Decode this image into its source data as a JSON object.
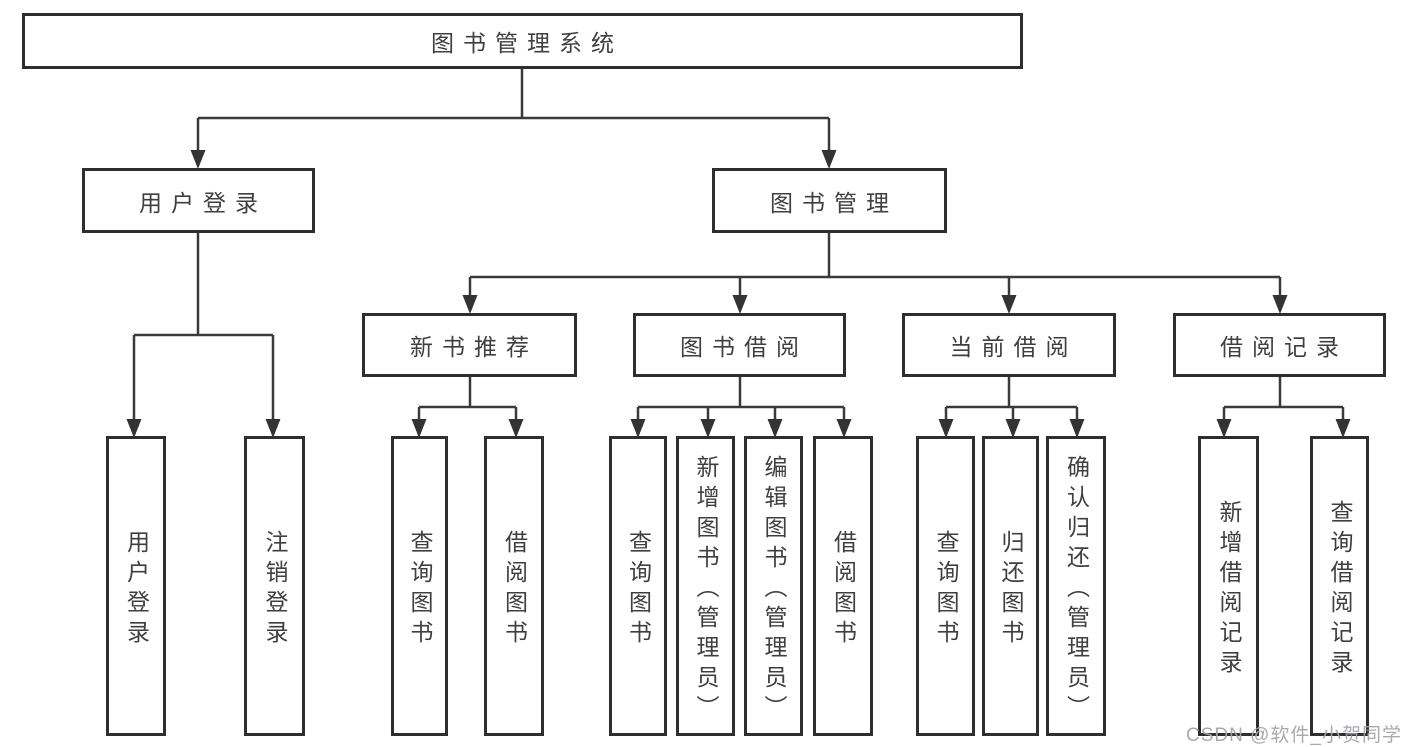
{
  "diagram_title": "图书管理系统",
  "watermark": "CSDN @软件_小贺同学",
  "colors": {
    "line": "#3a3a3a",
    "box_border": "#2e2e2e",
    "box_fill": "#ffffff",
    "text": "#3f3f3f",
    "watermark": "#a8a3ad",
    "background": "#ffffff"
  },
  "nodes": {
    "root": "图书管理系统",
    "l2_user_login": "用户登录",
    "l2_book_management": "图书管理",
    "l3_new_book_recommend": "新书推荐",
    "l3_book_borrow": "图书借阅",
    "l3_current_borrow": "当前借阅",
    "l3_borrow_records": "借阅记录",
    "leaf_user_login": "用户登录",
    "leaf_logout": "注销登录",
    "leaf_rec_query_book": "查询图书",
    "leaf_rec_borrow_book": "借阅图书",
    "leaf_bb_query_book": "查询图书",
    "leaf_bb_add_book": "新增图书（管理员）",
    "leaf_bb_edit_book": "编辑图书（管理员）",
    "leaf_bb_borrow_book": "借阅图书",
    "leaf_cb_query_book": "查询图书",
    "leaf_cb_return_book": "归还图书",
    "leaf_cb_confirm_return": "确认归还（管理员）",
    "leaf_br_add_record": "新增借阅记录",
    "leaf_br_query_record": "查询借阅记录"
  },
  "edges": [
    {
      "from": "图书管理系统",
      "to": "用户登录"
    },
    {
      "from": "图书管理系统",
      "to": "图书管理"
    },
    {
      "from": "用户登录",
      "to": "用户登录"
    },
    {
      "from": "用户登录",
      "to": "注销登录"
    },
    {
      "from": "图书管理",
      "to": "新书推荐"
    },
    {
      "from": "图书管理",
      "to": "图书借阅"
    },
    {
      "from": "图书管理",
      "to": "当前借阅"
    },
    {
      "from": "图书管理",
      "to": "借阅记录"
    },
    {
      "from": "新书推荐",
      "to": "查询图书"
    },
    {
      "from": "新书推荐",
      "to": "借阅图书"
    },
    {
      "from": "图书借阅",
      "to": "查询图书"
    },
    {
      "from": "图书借阅",
      "to": "新增图书（管理员）"
    },
    {
      "from": "图书借阅",
      "to": "编辑图书（管理员）"
    },
    {
      "from": "图书借阅",
      "to": "借阅图书"
    },
    {
      "from": "当前借阅",
      "to": "查询图书"
    },
    {
      "from": "当前借阅",
      "to": "归还图书"
    },
    {
      "from": "当前借阅",
      "to": "确认归还（管理员）"
    },
    {
      "from": "借阅记录",
      "to": "新增借阅记录"
    },
    {
      "from": "借阅记录",
      "to": "查询借阅记录"
    }
  ]
}
